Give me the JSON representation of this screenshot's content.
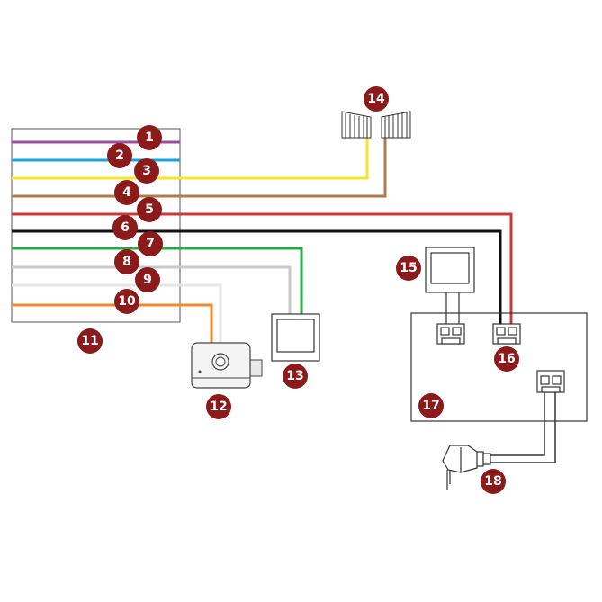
{
  "colors": {
    "badge_fill": "#8b1a1a",
    "wire_purple": "#9b4fa0",
    "wire_blue": "#1aa3d9",
    "wire_yellow": "#f5e62a",
    "wire_brown": "#b07a4f",
    "wire_red": "#c8393b",
    "wire_black": "#111111",
    "wire_green": "#2aa84a",
    "wire_gray": "#c8c8c8",
    "wire_white": "#e6e6e6",
    "wire_orange": "#f0892a",
    "outline": "#555555"
  },
  "labels": {
    "l1": "1",
    "l2": "2",
    "l3": "3",
    "l4": "4",
    "l5": "5",
    "l6": "6",
    "l7": "7",
    "l8": "8",
    "l9": "9",
    "l10": "10",
    "l11": "11",
    "l12": "12",
    "l13": "13",
    "l14": "14",
    "l15": "15",
    "l16": "16",
    "l17": "17",
    "l18": "18"
  },
  "icons": {
    "component_11": "wire-bundle-panel",
    "component_12": "electric-lock-icon",
    "component_13": "monitor-icon",
    "component_14": "gate-leaves-icon",
    "component_15": "monitor-icon",
    "component_16": "two-pin-connector-icon",
    "component_17": "control-box",
    "component_18": "power-adapter-icon"
  }
}
